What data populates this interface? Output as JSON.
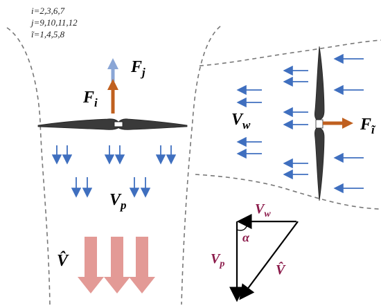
{
  "index_sets": {
    "i": "i=2,3,6,7",
    "j": "j=9,10,11,12",
    "k": "ĩ=1,4,5,8"
  },
  "forces": {
    "F_i_main": "F",
    "F_i_main_sub": "i",
    "F_j": "F",
    "F_j_sub": "j",
    "F_side": "F",
    "F_side_sub": "ĩ"
  },
  "velocities": {
    "V_w_label": "V",
    "V_w_sub": "w",
    "V_p_label": "V",
    "V_p_sub": "p",
    "V_hat_label": "V̂"
  },
  "triangle": {
    "V_w": "V",
    "V_w_sub": "w",
    "V_p": "V",
    "V_p_sub": "p",
    "V_hat": "V̂",
    "alpha": "α"
  },
  "colors": {
    "force_orange": "#c0601f",
    "force_blue": "#8aa6d6",
    "flow_arrow": "#3f6fbf",
    "resultant_pink": "#e39a96",
    "triangle_label": "#8b1a4a",
    "rotor_gray": "#3a3a3a"
  }
}
